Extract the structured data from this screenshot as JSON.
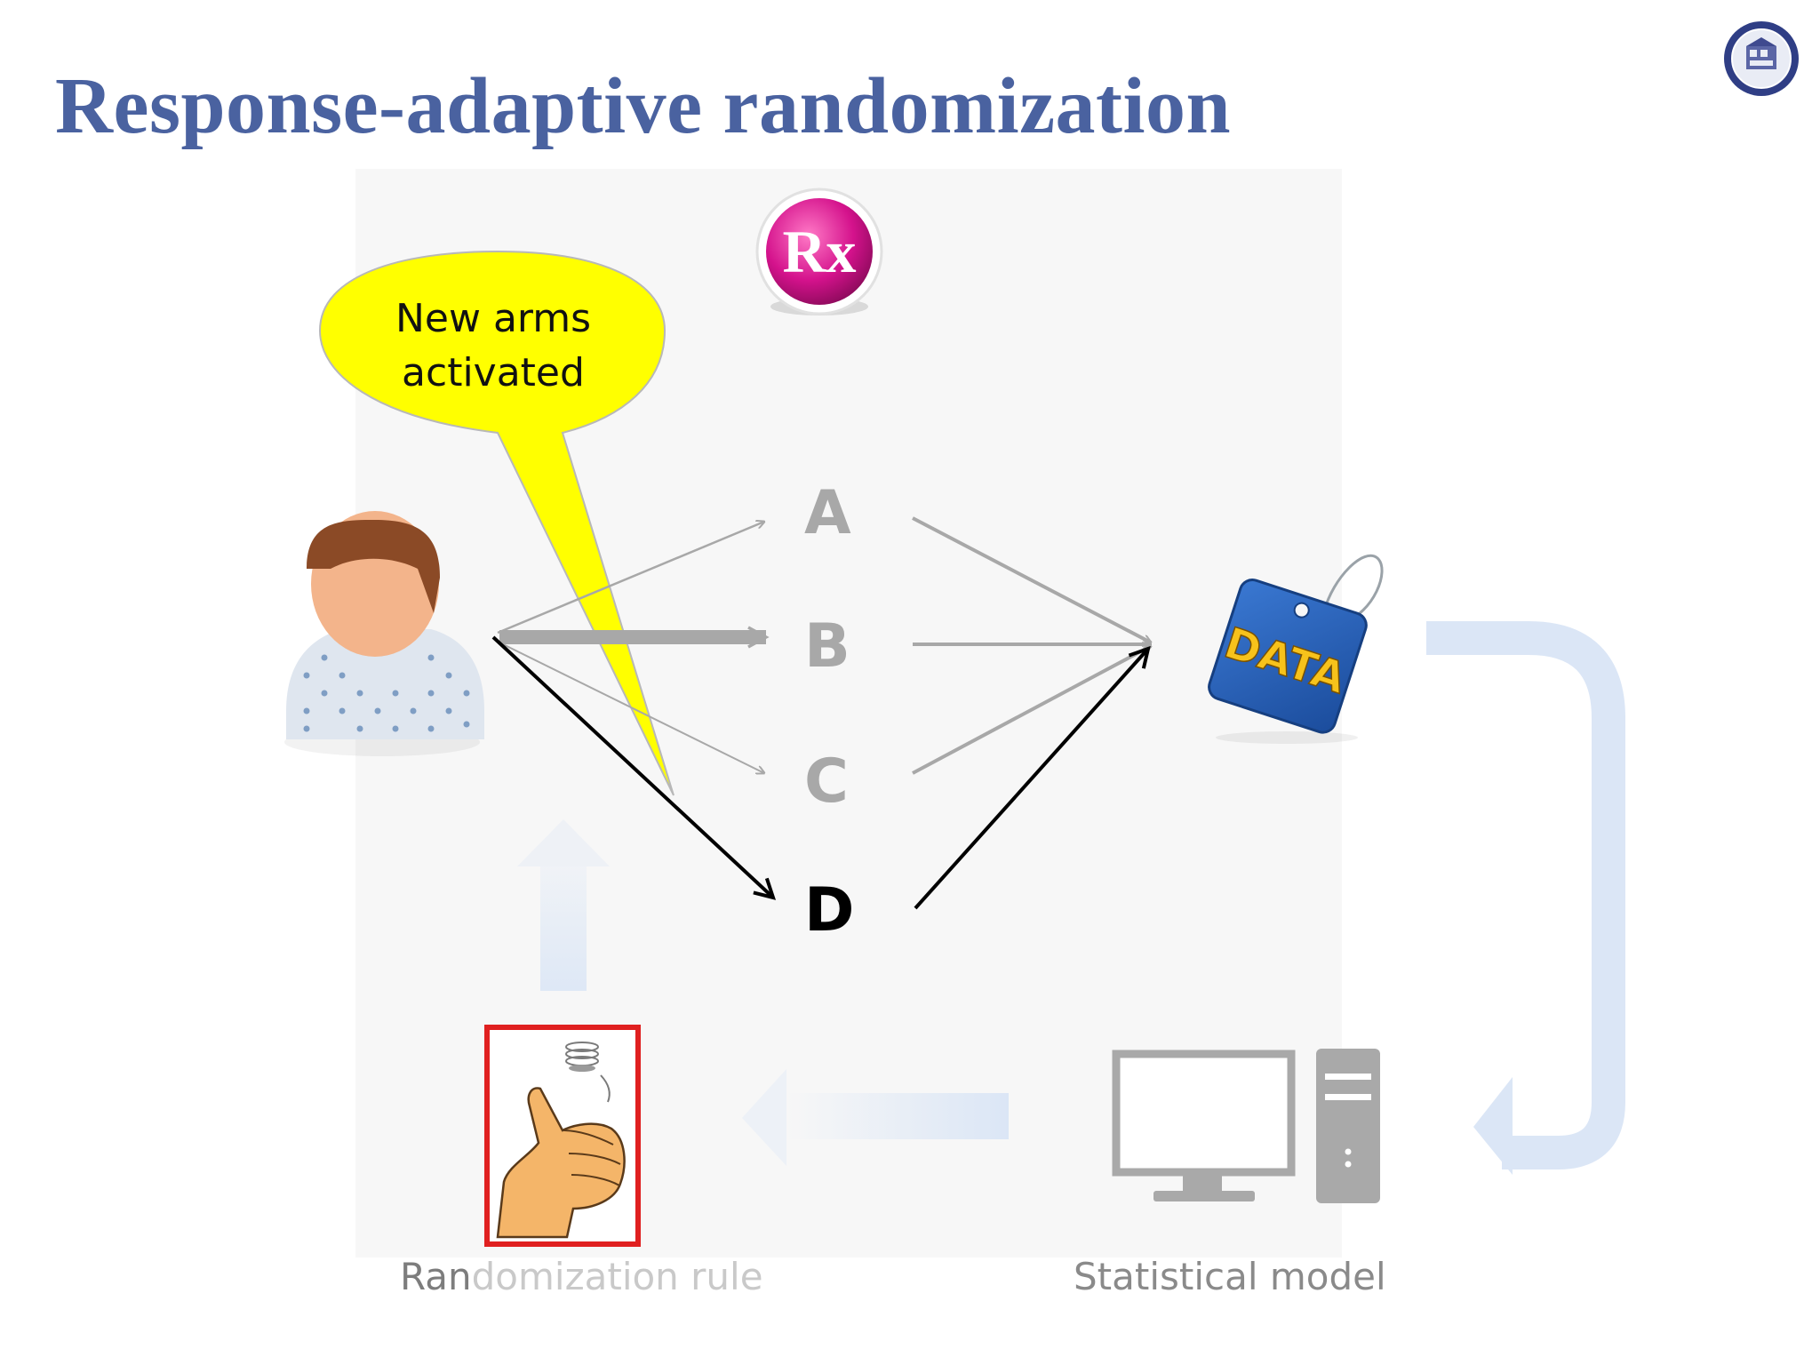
{
  "slide": {
    "title": "Response-adaptive randomization"
  },
  "callout": {
    "line1": "New arms",
    "line2": "activated"
  },
  "rx_badge": {
    "text": "Rx",
    "color": "#d4128c"
  },
  "arms": [
    {
      "label": "A",
      "active": false
    },
    {
      "label": "B",
      "active": false
    },
    {
      "label": "C",
      "active": false
    },
    {
      "label": "D",
      "active": true
    }
  ],
  "data_tag": {
    "text": "DATA"
  },
  "captions": {
    "randomization_rule_dark": "Ran",
    "randomization_rule_faint": "domization rule",
    "statistical_model": "Statistical model"
  },
  "colors": {
    "title": "#4a62a0",
    "callout_fill": "#ffff00",
    "inactive_arm": "#a8a8a8",
    "active_arm": "#000000",
    "highlight_box": "#e02020",
    "flow_arrow": "#dbe6f6"
  }
}
